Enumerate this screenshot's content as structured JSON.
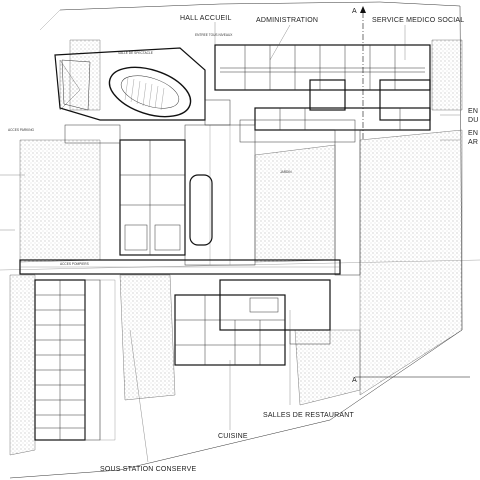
{
  "labels": {
    "hall": "HALL ACCUEIL",
    "admin": "ADMINISTRATION",
    "medico": "SERVICE MEDICO SOCIAL",
    "spectacle": "SALLE DE SPECTACLE",
    "acces_parking": "ACCES PARKING",
    "restaurant": "SALLES DE RESTAURANT",
    "cuisine": "CUISINE",
    "sous_station": "SOUS STATION CONSERVE",
    "section_mark": "A",
    "right_en1": "EN",
    "right_du": "DU",
    "right_en2": "EN",
    "right_ar": "AR",
    "entree": "ENTREE TOUS NIVEAUX",
    "jardin": "JARDIN",
    "acces_pompiers": "ACCES POMPIERS"
  },
  "colors": {
    "line": "#111111",
    "hatch": "#9a9a9a",
    "paper": "#ffffff",
    "shade": "#d9d9d9"
  }
}
